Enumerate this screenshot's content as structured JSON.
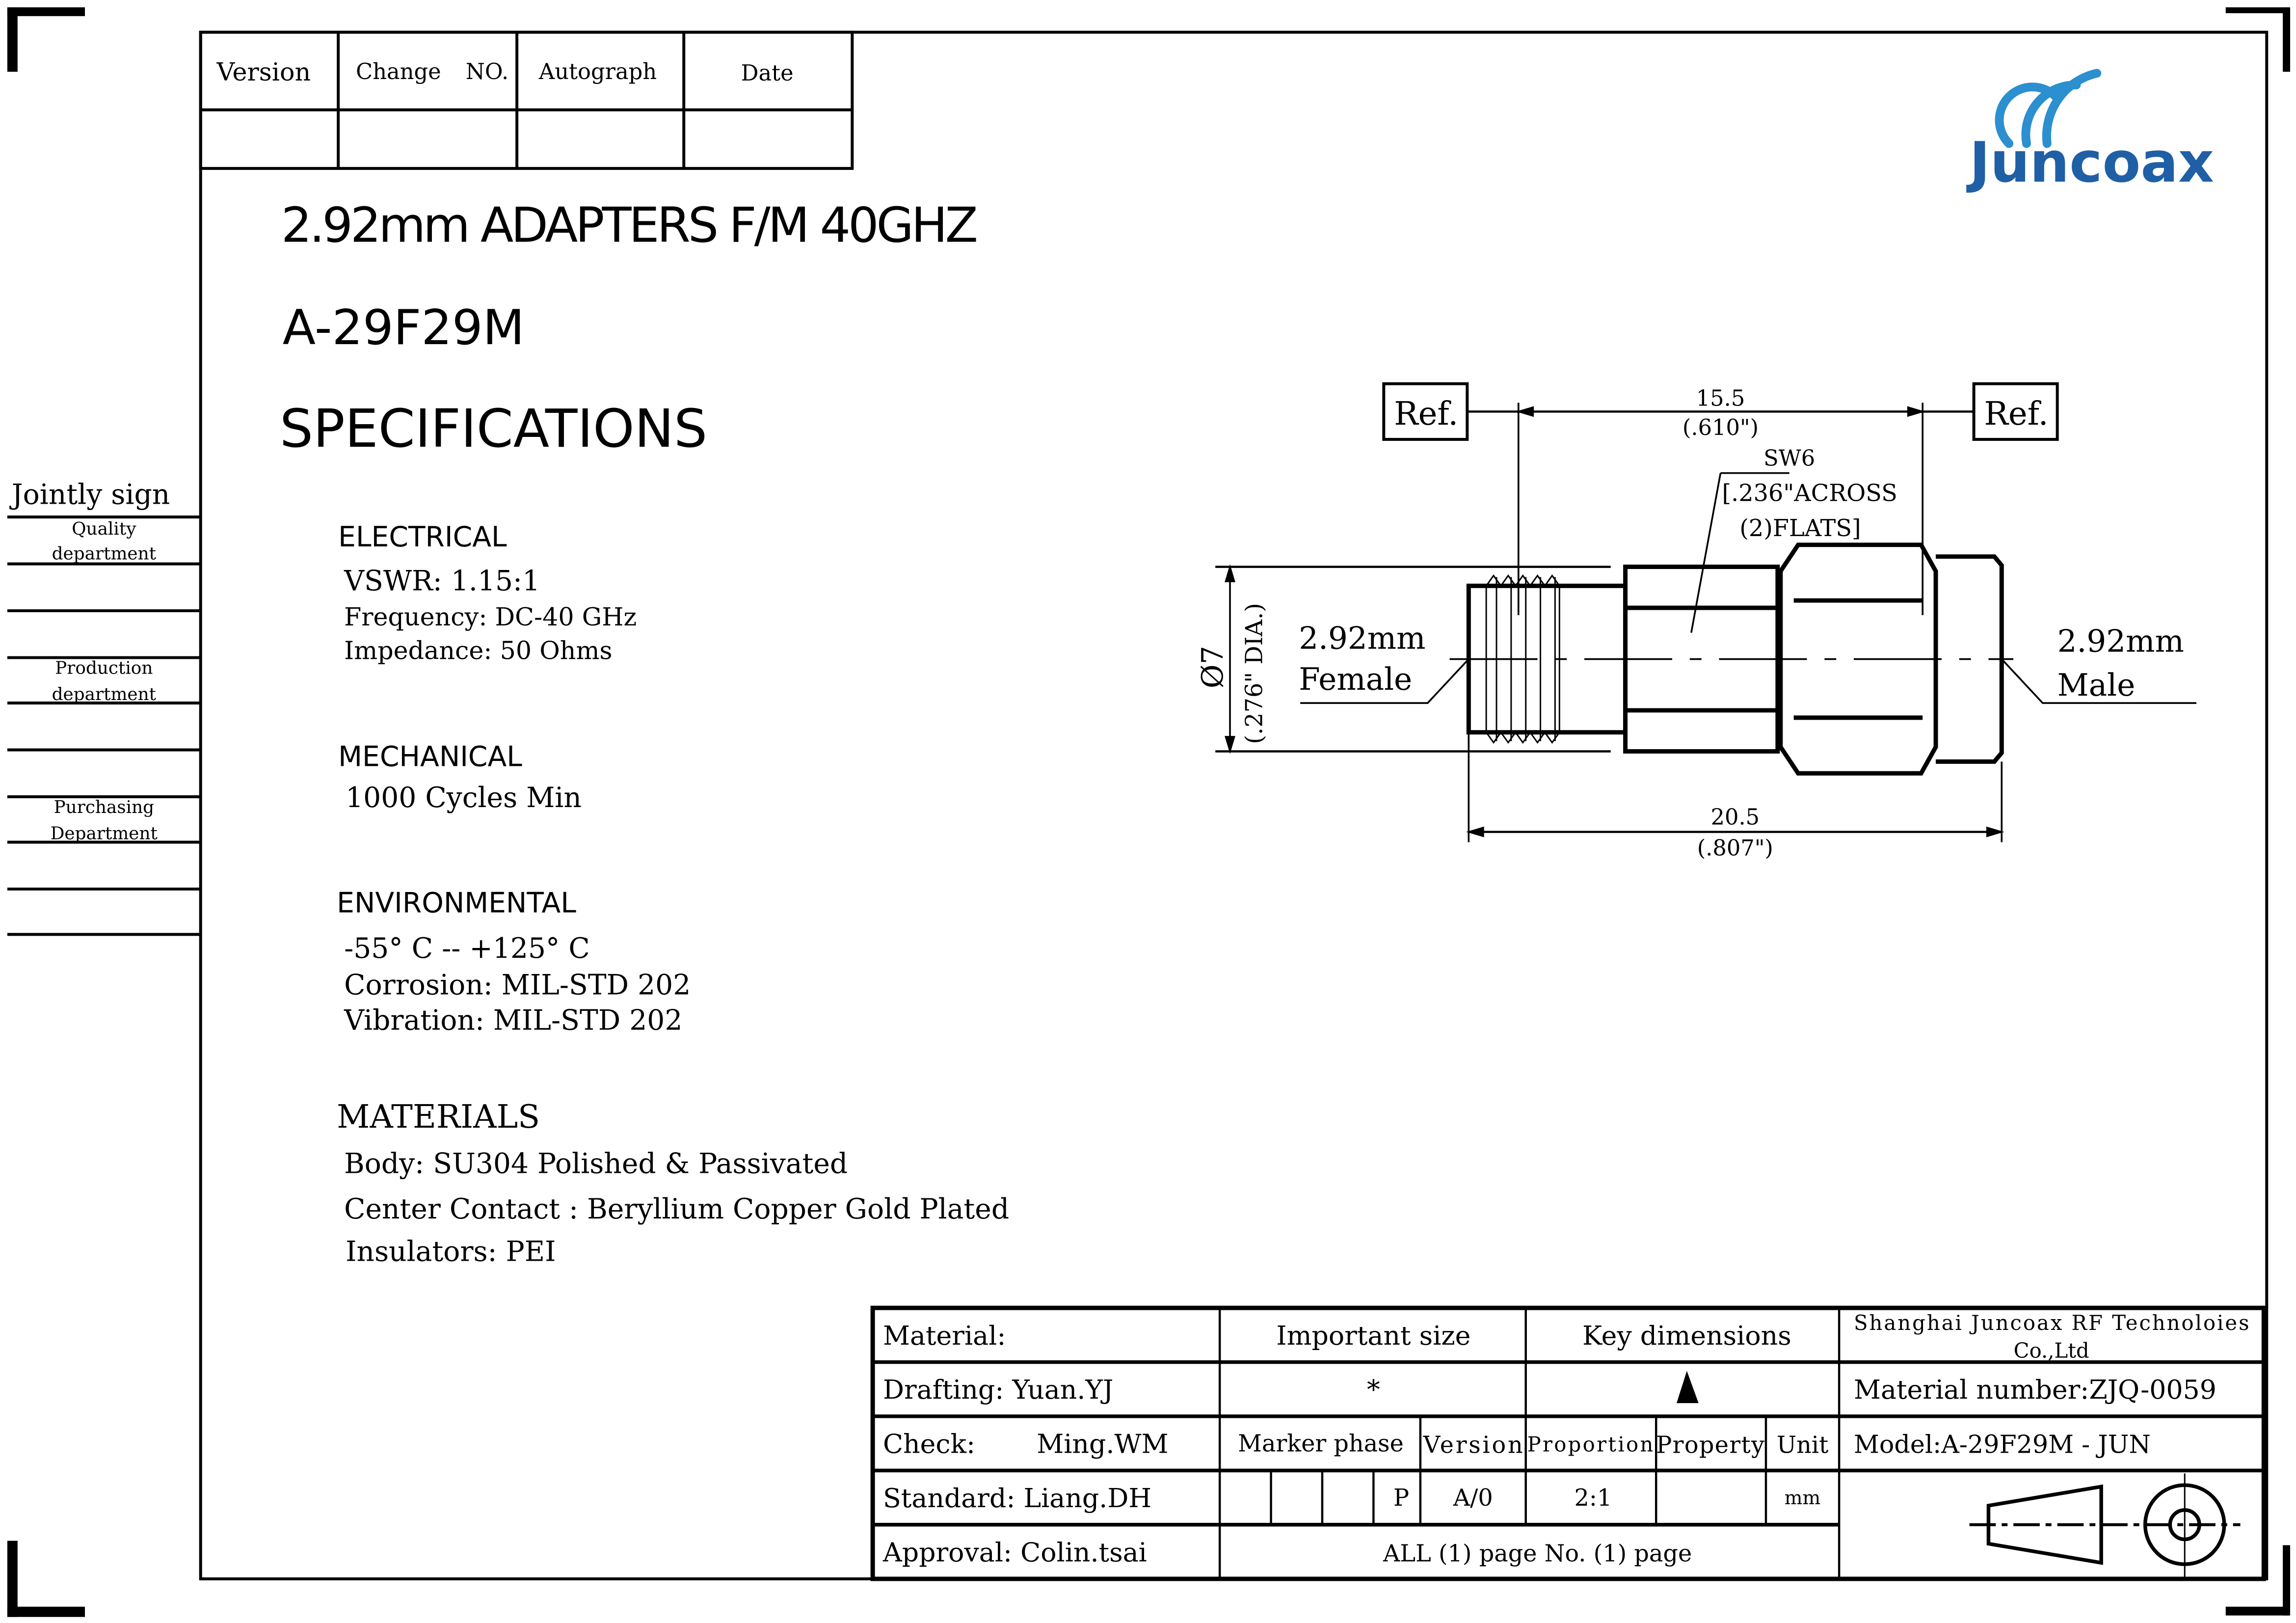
{
  "revision_table": {
    "headers": [
      "Version",
      "Change",
      "NO.",
      "Autograph",
      "Date"
    ]
  },
  "jointly_sign": {
    "title": "Jointly sign",
    "departments": [
      [
        "Quality",
        "department"
      ],
      [
        "Production",
        "department"
      ],
      [
        "Purchasing",
        "Department"
      ]
    ]
  },
  "logo": {
    "text": "Juncoax",
    "color": "#1f5fa6"
  },
  "title": "2.92mm ADAPTERS  F/M 40GHZ",
  "model": "A-29F29M",
  "specs_heading": "SPECIFICATIONS",
  "electrical": {
    "heading": "ELECTRICAL",
    "lines": [
      "VSWR:  1.15:1",
      "Frequency: DC-40 GHz",
      "Impedance: 50 Ohms"
    ]
  },
  "mechanical": {
    "heading": "MECHANICAL",
    "lines": [
      "1000 Cycles Min"
    ]
  },
  "environmental": {
    "heading": "ENVIRONMENTAL",
    "lines": [
      "-55° C -- +125° C",
      "Corrosion: MIL-STD 202",
      "Vibration: MIL-STD 202"
    ]
  },
  "materials": {
    "heading": "MATERIALS",
    "lines": [
      "Body: SU304 Polished & Passivated",
      "Center Contact : Beryllium Copper Gold Plated",
      "Insulators: PEI"
    ]
  },
  "drawing": {
    "ref_left": "Ref.",
    "ref_right": "Ref.",
    "dim_top": "15.5",
    "dim_top_in": "(.610\")",
    "sw": "SW6",
    "sw_note1": "[.236\"ACROSS",
    "sw_note2": "(2)FLATS]",
    "dia": "Ø7",
    "dia_in": "(.276\" DIA.)",
    "female1": "2.92mm",
    "female2": "Female",
    "male1": "2.92mm",
    "male2": "Male",
    "dim_bottom": "20.5",
    "dim_bottom_in": "(.807\")"
  },
  "title_block": {
    "material": "Material:",
    "drafting": "Drafting: Yuan.YJ",
    "check_label": "Check:",
    "check_name": "Ming.WM",
    "standard": "Standard: Liang.DH",
    "approval": "Approval: Colin.tsai",
    "important_size": "Important size",
    "key_dimensions": "Key dimensions",
    "important_symbol": "*",
    "marker_phase": "Marker phase",
    "version": "Version",
    "proportion": "Proportion",
    "property": "Property",
    "unit": "Unit",
    "phase_value": "P",
    "version_value": "A/0",
    "proportion_value": "2:1",
    "unit_value": "mm",
    "pages": "ALL (1) page   No. (1) page",
    "company1": "Shanghai Juncoax RF Technoloies",
    "company2": "Co.,Ltd",
    "material_number": "Material number:ZJQ-0059",
    "model": "Model:A-29F29M - JUN"
  }
}
